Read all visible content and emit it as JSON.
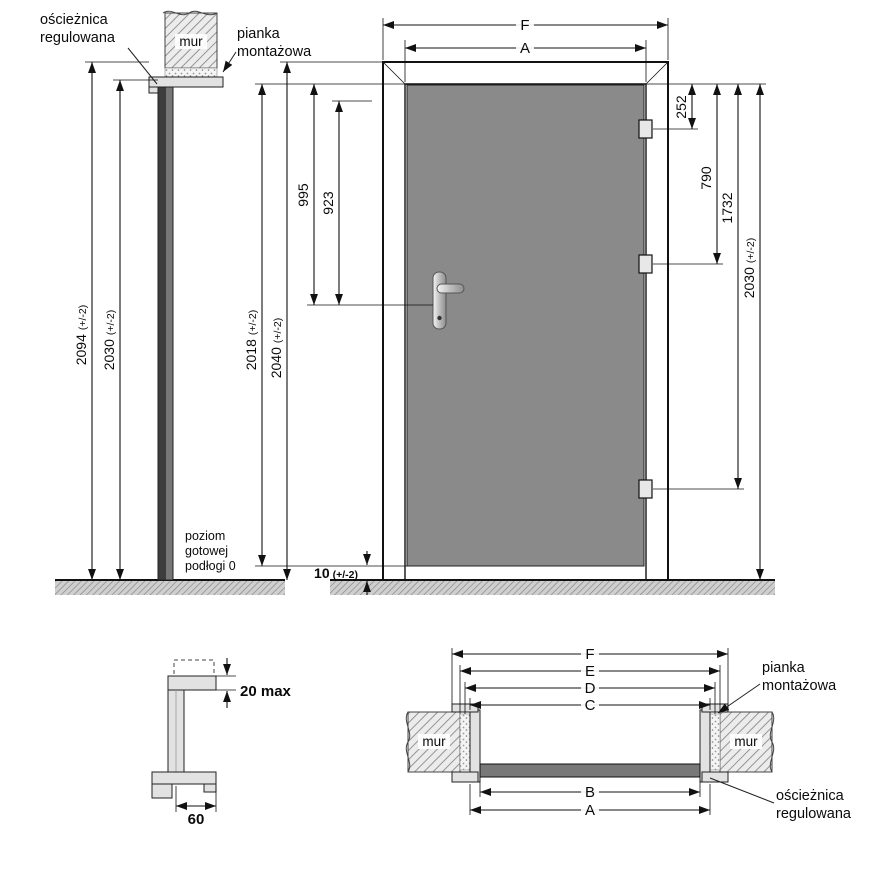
{
  "colors": {
    "door_leaf": "#8a8a8a",
    "leaf_plan": "#787878",
    "profile": "#e2e2e2",
    "line": "#111111"
  },
  "side_section": {
    "frame_label": [
      "ościeżnica",
      "regulowana"
    ],
    "wall_label": "mur",
    "foam_label": [
      "pianka",
      "montażowa"
    ],
    "floor_label": [
      "poziom",
      "gotowej",
      "podłogi 0"
    ],
    "dim_total_height": {
      "value": "2094",
      "tol": "(+/-2)"
    },
    "dim_frame_height": {
      "value": "2030",
      "tol": "(+/-2)"
    }
  },
  "front_view": {
    "dim_overall_width": "F",
    "dim_opening_width": "A",
    "dim_handle_axis_outer": "995",
    "dim_handle_axis_inner": "923",
    "dim_leaf_height": {
      "value": "2018",
      "tol": "(+/-2)"
    },
    "dim_frame_height": {
      "value": "2040",
      "tol": "(+/-2)"
    },
    "dim_hinge_top": "252",
    "dim_hinge_middle": "790",
    "dim_hinge_bottom": "1732",
    "dim_opening_height": {
      "value": "2030",
      "tol": "(+/-2)"
    },
    "dim_floor_gap": {
      "value": "10",
      "tol": "(+/-2)"
    }
  },
  "profile_detail": {
    "dim_adjustment": "20 max",
    "dim_depth": "60"
  },
  "plan_section": {
    "wall_label_left": "mur",
    "wall_label_right": "mur",
    "foam_label": [
      "pianka",
      "montażowa"
    ],
    "frame_label": [
      "ościeżnica",
      "regulowana"
    ],
    "dim_f": "F",
    "dim_e": "E",
    "dim_d": "D",
    "dim_c": "C",
    "dim_b": "B",
    "dim_a": "A"
  }
}
